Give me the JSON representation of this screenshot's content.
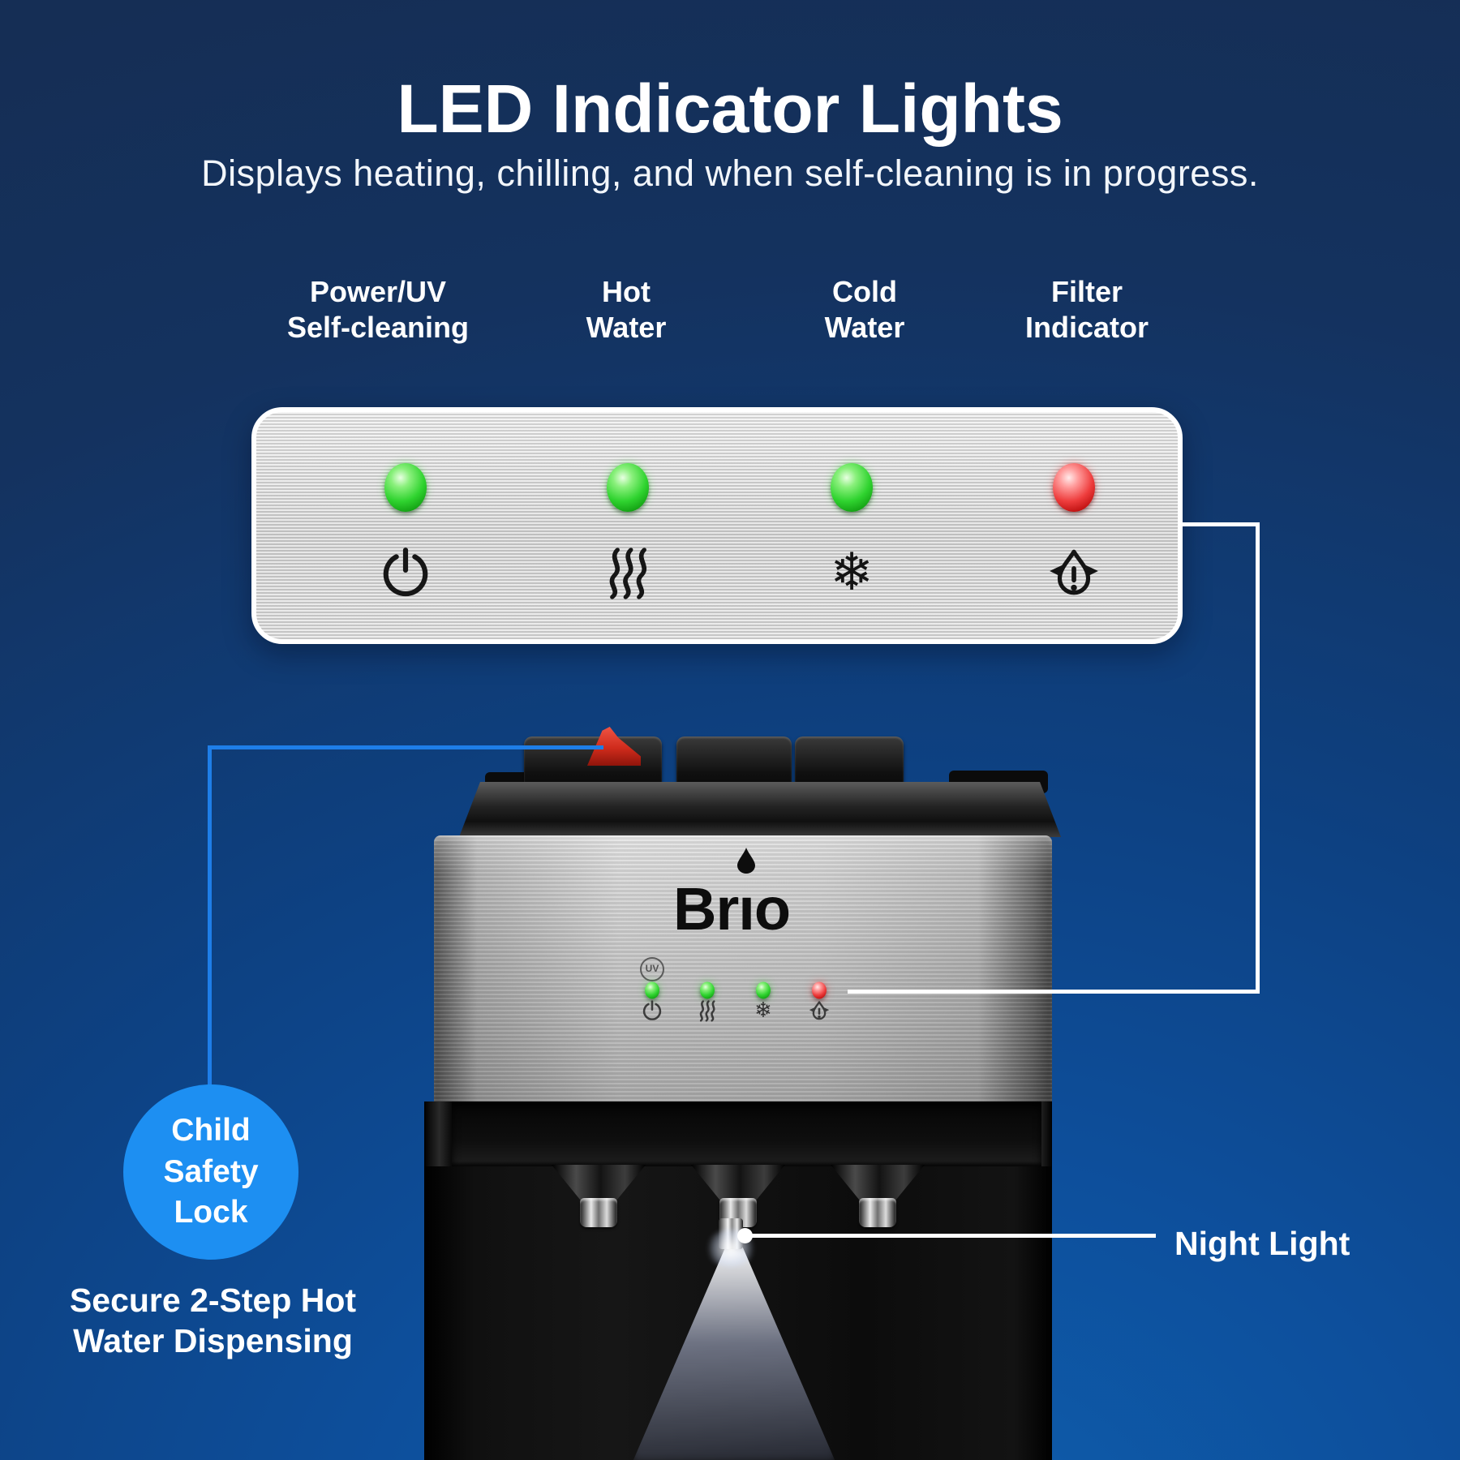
{
  "title": "LED Indicator Lights",
  "subtitle": "Displays heating, chilling, and when self-cleaning is in progress.",
  "colors": {
    "background_top": "#152e55",
    "background_bottom": "#0e5fae",
    "led_green": "#2fd32f",
    "led_red": "#ee3d3d",
    "panel_metal": "#d6d6d6",
    "callout_circle_blue": "#1d8ff2",
    "connector_blue": "#1e7ee8",
    "connector_white": "#ffffff"
  },
  "panel": {
    "columns": [
      {
        "label_lines": [
          "Power/UV",
          "Self-cleaning"
        ],
        "icon": "power-icon",
        "led": "green"
      },
      {
        "label_lines": [
          "Hot",
          "Water"
        ],
        "icon": "heat-icon",
        "led": "green"
      },
      {
        "label_lines": [
          "Cold",
          "Water"
        ],
        "icon": "snowflake-icon",
        "led": "green"
      },
      {
        "label_lines": [
          "Filter",
          "Indicator"
        ],
        "icon": "filter-icon",
        "led": "red"
      }
    ]
  },
  "dispenser": {
    "brand": "Brio",
    "brand_pre": "Br",
    "brand_i": "ı",
    "brand_post": "o",
    "uv_badge": "UV",
    "status_leds": [
      "green",
      "green",
      "green",
      "red"
    ],
    "status_icons": [
      "power-icon",
      "heat-icon",
      "snowflake-icon",
      "filter-icon"
    ]
  },
  "callouts": {
    "night_light": "Night Light",
    "child_lock_lines": [
      "Child",
      "Safety",
      "Lock"
    ],
    "secure_lines": [
      "Secure 2-Step Hot",
      "Water Dispensing"
    ],
    "snowflake_glyph": "❄"
  }
}
